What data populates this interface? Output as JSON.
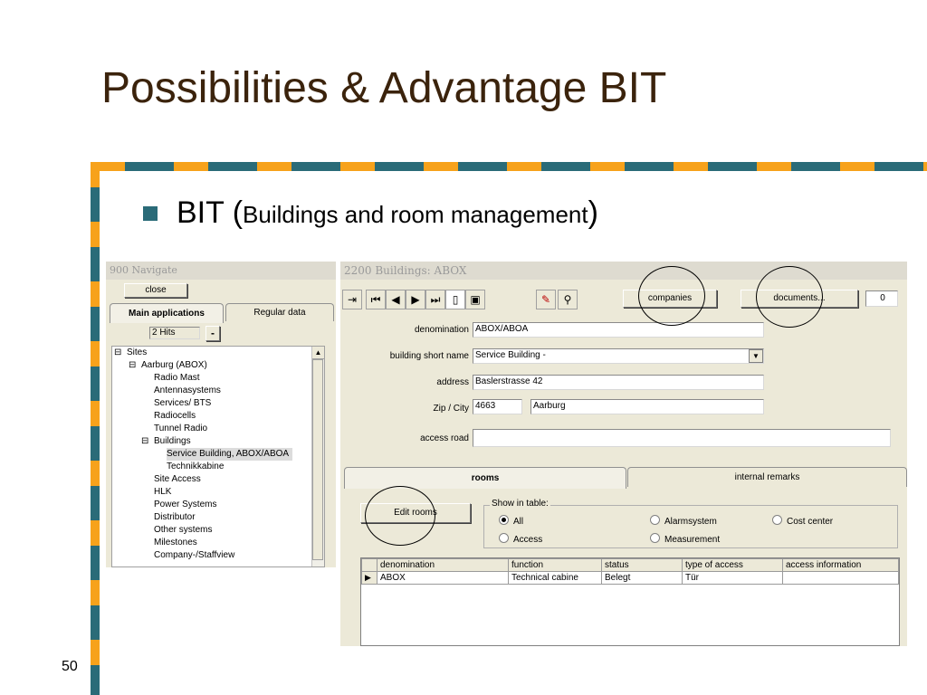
{
  "slide": {
    "title": "Possibilities & Advantage BIT",
    "bullet_main": "BIT (",
    "bullet_sub": "Buildings and room management",
    "bullet_close": ")",
    "page_number": "50"
  },
  "navigate": {
    "title": "900 Navigate",
    "close_label": "close",
    "tabs": [
      "Main applications",
      "Regular data"
    ],
    "hits_value": "2 Hits",
    "minus_label": "-",
    "tree": [
      "Sites",
      "Aarburg (ABOX)",
      "Radio Mast",
      "Antennasystems",
      "Services/ BTS",
      "Radiocells",
      "Tunnel Radio",
      "Buildings",
      "Service Building, ABOX/ABOA",
      "Technikkabine",
      "Site Access",
      "HLK",
      "Power Systems",
      "Distributor",
      "Other systems",
      "Milestones",
      "Company-/Staffview"
    ]
  },
  "buildings": {
    "title": "2200 Buildings: ABOX",
    "companies_label": "companies",
    "documents_label": "documents...",
    "documents_count": "0",
    "labels": {
      "denomination": "denomination",
      "short_name": "building short name",
      "address": "address",
      "zip_city": "Zip / City",
      "access_road": "access road"
    },
    "values": {
      "denomination": "ABOX/ABOA",
      "short_name": "Service Building -",
      "address": "Baslerstrasse 42",
      "zip": "4663",
      "city": "Aarburg",
      "access_road": ""
    },
    "tabs": [
      "rooms",
      "internal remarks"
    ],
    "edit_rooms_label": "Edit rooms",
    "show_in_table_label": "Show in table:",
    "options": [
      "All",
      "Access",
      "Alarmsystem",
      "Measurement",
      "Cost center"
    ],
    "table": {
      "headers": [
        "denomination",
        "function",
        "status",
        "type of access",
        "access information"
      ],
      "rows": [
        [
          "ABOX",
          "Technical cabine",
          "Belegt",
          "Tür",
          ""
        ]
      ]
    }
  }
}
